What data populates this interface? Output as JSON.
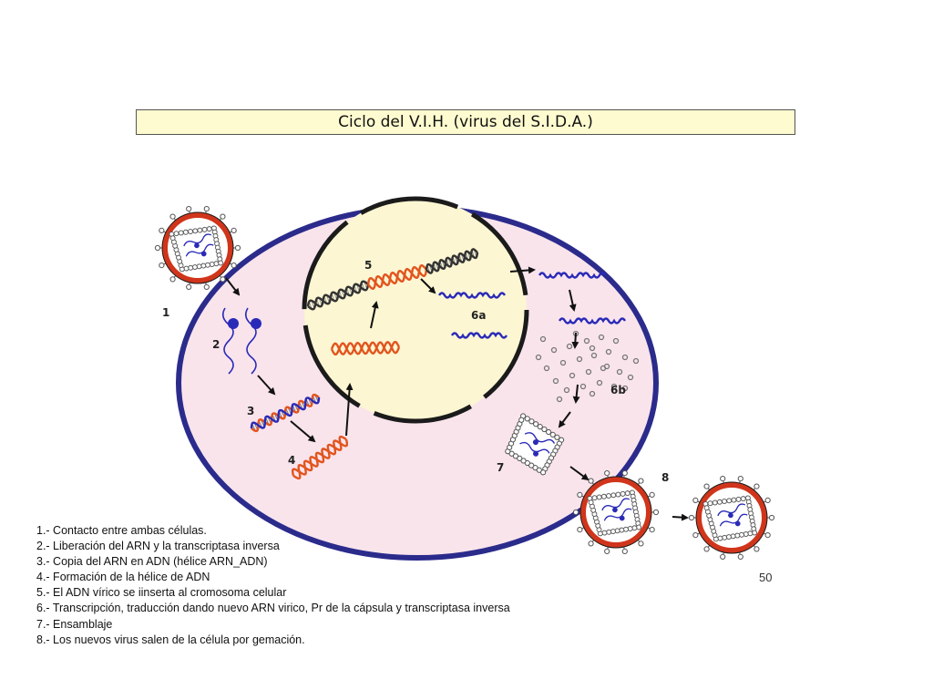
{
  "title": "Ciclo del V.I.H. (virus del S.I.D.A.)",
  "colors": {
    "cell_fill": "#f9e4ec",
    "cell_border": "#2b2b8c",
    "nucleus_fill": "#fdf6d2",
    "title_fill": "#fffbd0",
    "envelope": "#d0351b",
    "rna": "#2a2ab8",
    "dna": "#e2541e"
  },
  "step_labels": {
    "s1": "1",
    "s2": "2",
    "s3": "3",
    "s4": "4",
    "s5": "5",
    "s6a": "6a",
    "s6b": "6b",
    "s7": "7",
    "s8": "8"
  },
  "legend": [
    "1.- Contacto entre ambas células.",
    "2.- Liberación del ARN y la transcriptasa inversa",
    "3.- Copia del ARN en ADN (hélice ARN_ADN)",
    "4.- Formación de la hélice de ADN",
    "5.- El ADN vírico se iinserta al cromosoma celular",
    "6.- Transcripción, traducción dando nuevo ARN virico, Pr de la cápsula y transcriptasa inversa",
    "7.- Ensamblaje",
    "8.- Los nuevos virus salen de la célula por gemación."
  ],
  "page_number": "50",
  "icons": [
    "virus-icon",
    "rna-strand-icon",
    "dna-helix-icon",
    "capsid-icon",
    "arrow-icon"
  ]
}
